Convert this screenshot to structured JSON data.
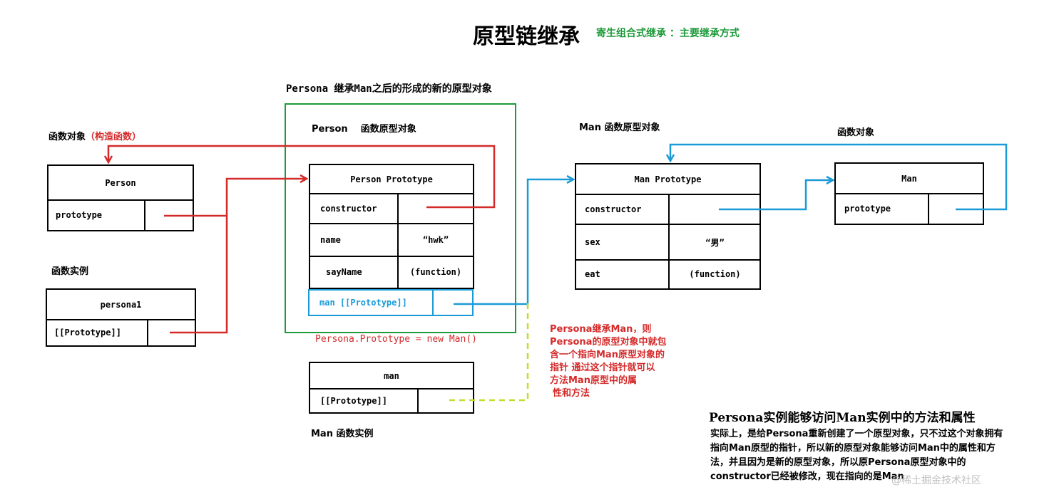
{
  "title": "原型链继承",
  "subtitle": "寄生组合式继承 ：主要继承方式",
  "labels": {
    "persona_inherit": "Persona 继承Man之后的形成的新的原型对象",
    "func_object_ctor": "函数对象",
    "func_object_ctor_paren": "（构造函数）",
    "person_proto_obj": "Person    函数原型对象",
    "man_proto_obj": "Man 函数原型对象",
    "man_func_obj": "函数对象",
    "func_instance": "函数实例",
    "man_func_instance": "Man 函数实例",
    "assignment": "Persona.Prototype = new Man()"
  },
  "boxes": {
    "person_ctor": {
      "header": "Person",
      "rows": [
        {
          "key": "prototype",
          "value": ""
        }
      ]
    },
    "persona1": {
      "header": "persona1",
      "rows": [
        {
          "key": "[[Prototype]]",
          "value": ""
        }
      ]
    },
    "person_prototype": {
      "header": "Person Prototype",
      "rows": [
        {
          "key": "constructor",
          "value": ""
        },
        {
          "key": "name",
          "value": "“hwk”"
        },
        {
          "key": "sayName",
          "value": "(function)"
        }
      ],
      "extra_row": {
        "key": "man [[Prototype]]",
        "value": ""
      }
    },
    "man_prototype": {
      "header": "Man Prototype",
      "rows": [
        {
          "key": "constructor",
          "value": ""
        },
        {
          "key": "sex",
          "value": "“男”"
        },
        {
          "key": "eat",
          "value": "(function)"
        }
      ]
    },
    "man_ctor": {
      "header": "Man",
      "rows": [
        {
          "key": "prototype",
          "value": ""
        }
      ]
    },
    "man_instance": {
      "header": "man",
      "rows": [
        {
          "key": "[[Prototype]]",
          "value": ""
        }
      ]
    }
  },
  "note_red": [
    "Persona继承Man，则",
    "Persona的原型对象中就包",
    "含一个指向Man原型对象的",
    "指针 通过这个指针就可以",
    "方法Man原型中的属",
    "性和方法"
  ],
  "note_heading": "Persona实例能够访问Man实例中的方法和属性",
  "note_body": "实际上，是给Persona重新创建了一个原型对象，只不过这个对象拥有指向Man原型的指针，所以新的原型对象能够访问Man中的属性和方法，并且因为是新的原型对象，所以原Persona原型对象中的constructor已经被修改，现在指向的是Man",
  "watermark": "@稀土掘金技术社区",
  "colors": {
    "red": "#d42a2a",
    "blue": "#1a9ad6",
    "green": "#1e9a3a",
    "yellow_green": "#c3dc2e"
  }
}
